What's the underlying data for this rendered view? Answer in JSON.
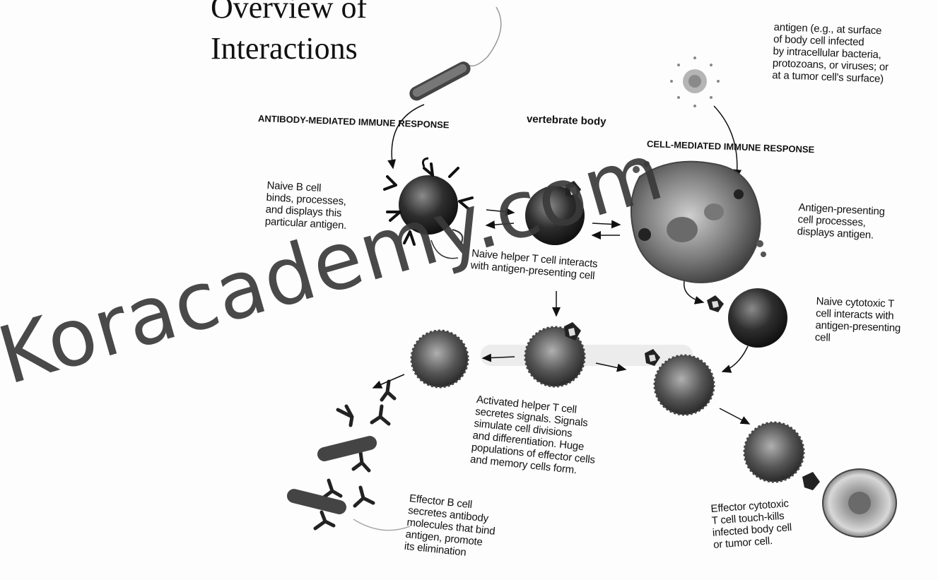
{
  "title_line1": "Overview of",
  "title_line2": "Interactions",
  "headers": {
    "antibody": "ANTIBODY-MEDIATED IMMUNE RESPONSE",
    "vertebrate": "vertebrate body",
    "cell_mediated": "CELL-MEDIATED IMMUNE RESPONSE"
  },
  "labels": {
    "antigen": "antigen (e.g., at surface\nof body cell infected\nby intracellular bacteria,\nprotozoans, or viruses; or\nat a tumor cell's surface)",
    "naive_b": "Naive B cell\nbinds, processes,\nand displays this\nparticular antigen.",
    "apc": "Antigen-presenting\ncell processes,\ndisplays antigen.",
    "naive_helper": "Naive helper T cell interacts\nwith antigen-presenting cell",
    "naive_cytotoxic": "Naive cytotoxic T\ncell interacts with\nantigen-presenting\ncell",
    "activated_helper": "Activated helper T cell\nsecretes signals. Signals\nsimulate cell divisions\nand differentiation. Huge\npopulations of effector cells\nand memory cells form.",
    "effector_b": "Effector B cell\nsecretes antibody\nmolecules that bind\nantigen, promote\nits elimination",
    "effector_cytotoxic": "Effector cytotoxic\nT cell touch-kills\ninfected body cell\nor tumor cell."
  },
  "watermark": "Koracademy.com"
}
